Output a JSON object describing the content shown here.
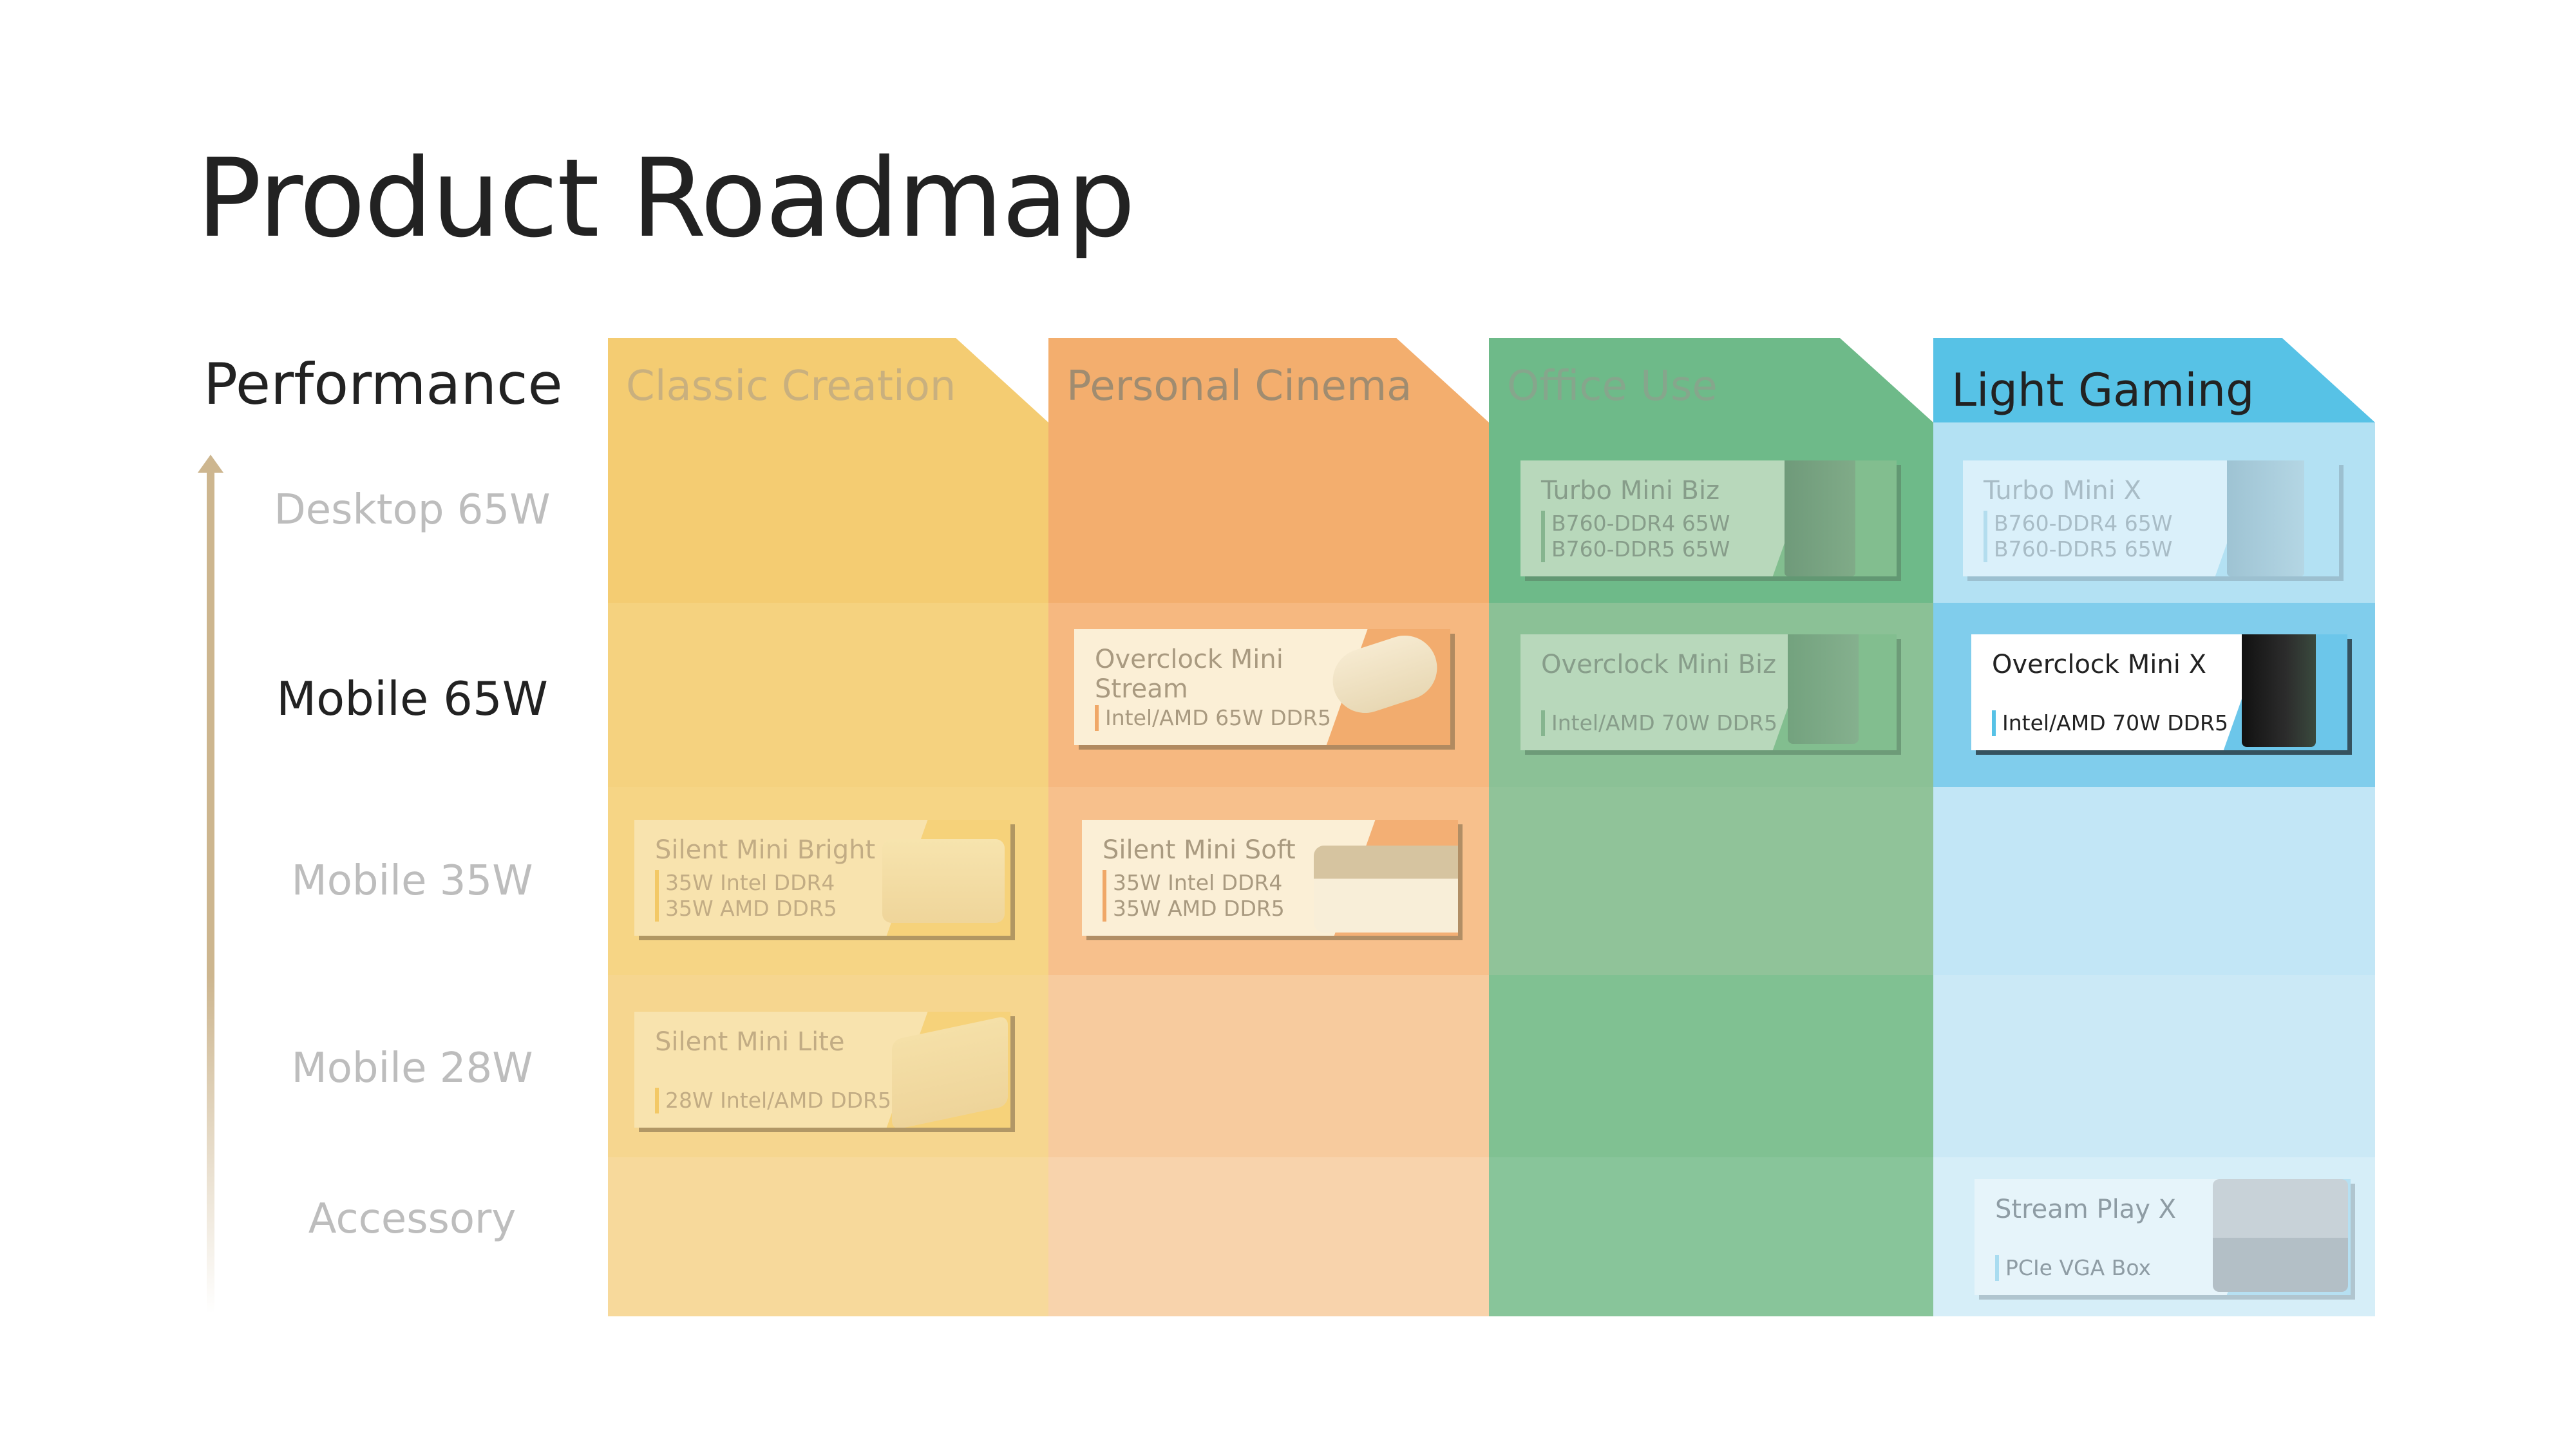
{
  "title": "Product Roadmap",
  "axis": {
    "label": "Performance",
    "tiers": [
      "Desktop 65W",
      "Mobile 65W",
      "Mobile 35W",
      "Mobile 28W",
      "Accessory"
    ],
    "highlighted_tier": "Mobile 65W"
  },
  "categories": [
    {
      "name": "Classic Creation",
      "color": "#F4CC72"
    },
    {
      "name": "Personal Cinema",
      "color": "#F3AE6E"
    },
    {
      "name": "Office Use",
      "color": "#6EBA89"
    },
    {
      "name": "Light Gaming",
      "color": "#57C2E6",
      "highlighted": true
    }
  ],
  "products": {
    "turbo_mini_biz": {
      "name": "Turbo Mini Biz",
      "specs": [
        "B760-DDR4 65W",
        "B760-DDR5 65W"
      ]
    },
    "turbo_mini_x": {
      "name": "Turbo Mini X",
      "specs": [
        "B760-DDR4 65W",
        "B760-DDR5 65W"
      ]
    },
    "overclock_mini_stream": {
      "name_line1": "Overclock Mini",
      "name_line2": "Stream",
      "specs": [
        "Intel/AMD 65W DDR5"
      ]
    },
    "overclock_mini_biz": {
      "name": "Overclock Mini Biz",
      "specs": [
        "Intel/AMD 70W DDR5"
      ]
    },
    "overclock_mini_x": {
      "name": "Overclock Mini X",
      "specs": [
        "Intel/AMD 70W DDR5"
      ],
      "highlighted": true
    },
    "silent_mini_bright": {
      "name": "Silent Mini Bright",
      "specs": [
        "35W Intel DDR4",
        "35W AMD DDR5"
      ]
    },
    "silent_mini_soft": {
      "name": "Silent Mini Soft",
      "specs": [
        "35W Intel DDR4",
        "35W AMD DDR5"
      ]
    },
    "silent_mini_lite": {
      "name": "Silent Mini Lite",
      "specs": [
        "28W Intel/AMD DDR5"
      ]
    },
    "stream_play_x": {
      "name": "Stream Play X",
      "specs": [
        "PCIe VGA Box"
      ]
    }
  }
}
